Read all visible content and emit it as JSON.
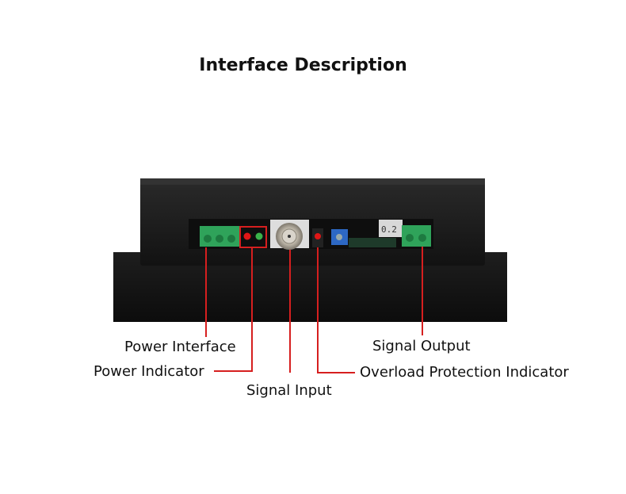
{
  "title": "Interface Description",
  "labels": {
    "power_interface": "Power Interface",
    "power_indicator": "Power Indicator",
    "signal_input": "Signal Input",
    "signal_output": "Signal Output",
    "overload_indicator": "Overload Protection Indicator"
  },
  "display_text": "0.2",
  "colors": {
    "leader_line": "#d61f1f",
    "device_body": "#161616",
    "terminal_green": "#2fa35a"
  }
}
